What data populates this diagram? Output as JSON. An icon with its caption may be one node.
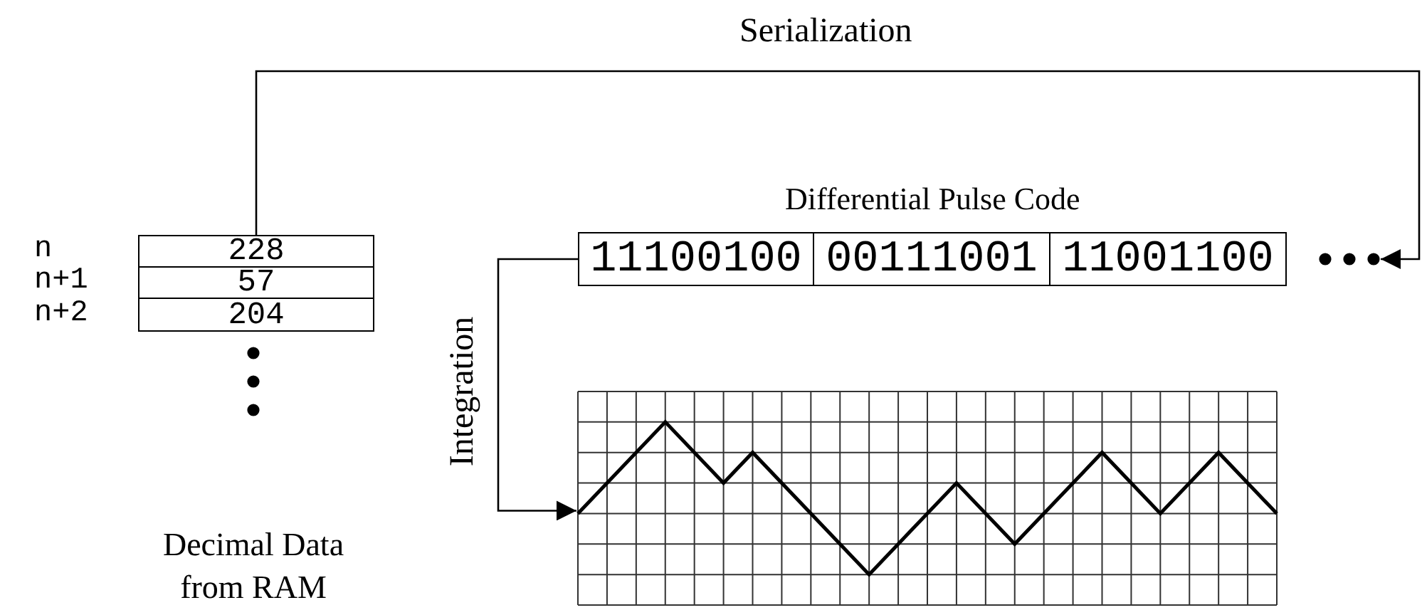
{
  "diagram": {
    "nodes": [
      {
        "text": [
          "228"
        ]
      },
      {
        "text": [
          "57"
        ]
      },
      {
        "text": [
          "204"
        ]
      },
      {
        "text": [
          "11100100"
        ]
      },
      {
        "text": [
          "00111001"
        ]
      },
      {
        "text": [
          "11001100"
        ]
      },
      {
        "text": [],
        "shape": "picture"
      }
    ],
    "edges": [
      {
        "from": 0,
        "to": 5,
        "arrow": "to",
        "label": "Serialization"
      },
      {
        "from": 3,
        "to": 6,
        "arrow": "to",
        "label": "Integration"
      }
    ],
    "labels": [
      "Differential Pulse Code",
      "n",
      "n+1",
      "n+2",
      "Decimal Data from RAM"
    ]
  }
}
